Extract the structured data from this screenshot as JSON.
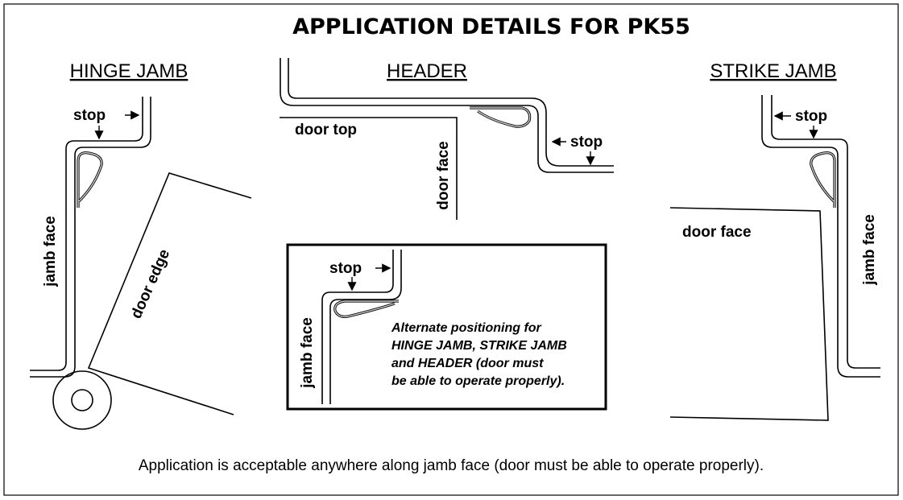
{
  "title": "APPLICATION DETAILS FOR PK55",
  "hinge_jamb": {
    "heading": "HINGE JAMB",
    "stop": "stop",
    "jamb_face": "jamb face",
    "door_edge": "door edge"
  },
  "header": {
    "heading": "HEADER",
    "door_top": "door top",
    "door_face": "door face",
    "stop": "stop"
  },
  "strike_jamb": {
    "heading": "STRIKE JAMB",
    "stop": "stop",
    "door_face": "door face",
    "jamb_face": "jamb face"
  },
  "inset": {
    "stop": "stop",
    "jamb_face": "jamb face",
    "note_lines": [
      "Alternate positioning for",
      "HINGE JAMB, STRIKE JAMB",
      "and HEADER (door must",
      "be able to operate properly)."
    ]
  },
  "footer": "Application is acceptable anywhere along jamb face (door must be able to operate properly)."
}
